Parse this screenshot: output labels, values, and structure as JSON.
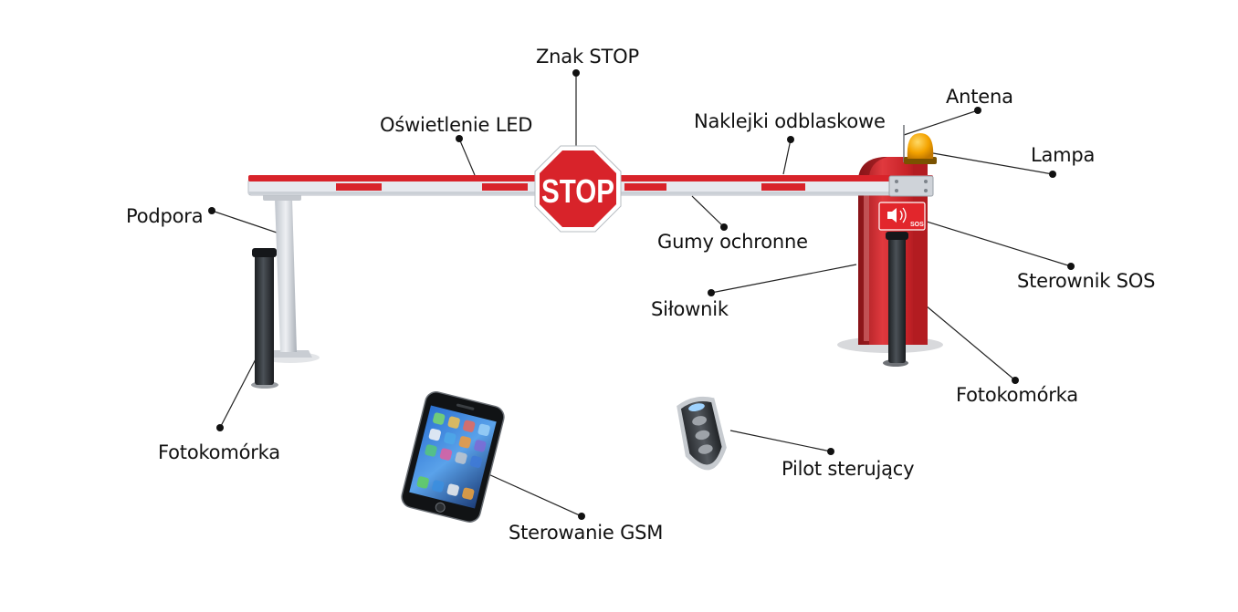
{
  "stop_sign": {
    "text": "STOP"
  },
  "sos_panel": {
    "text": "SOS"
  },
  "labels": {
    "znak_stop": "Znak STOP",
    "oswietlenie_led": "Oświetlenie LED",
    "naklejki": "Naklejki odblaskowe",
    "antena": "Antena",
    "lampa": "Lampa",
    "podpora": "Podpora",
    "gumy": "Gumy ochronne",
    "sterownik_sos": "Sterownik SOS",
    "silownik": "Siłownik",
    "fotokomorka_left": "Fotokomórka",
    "fotokomorka_right": "Fotokomórka",
    "pilot": "Pilot sterujący",
    "gsm": "Sterowanie GSM"
  },
  "colors": {
    "barrier_red": "#d8232a",
    "boom_silver": "#e6e9ee",
    "post_dark": "#2b2f33",
    "lamp_amber": "#f4a300"
  }
}
